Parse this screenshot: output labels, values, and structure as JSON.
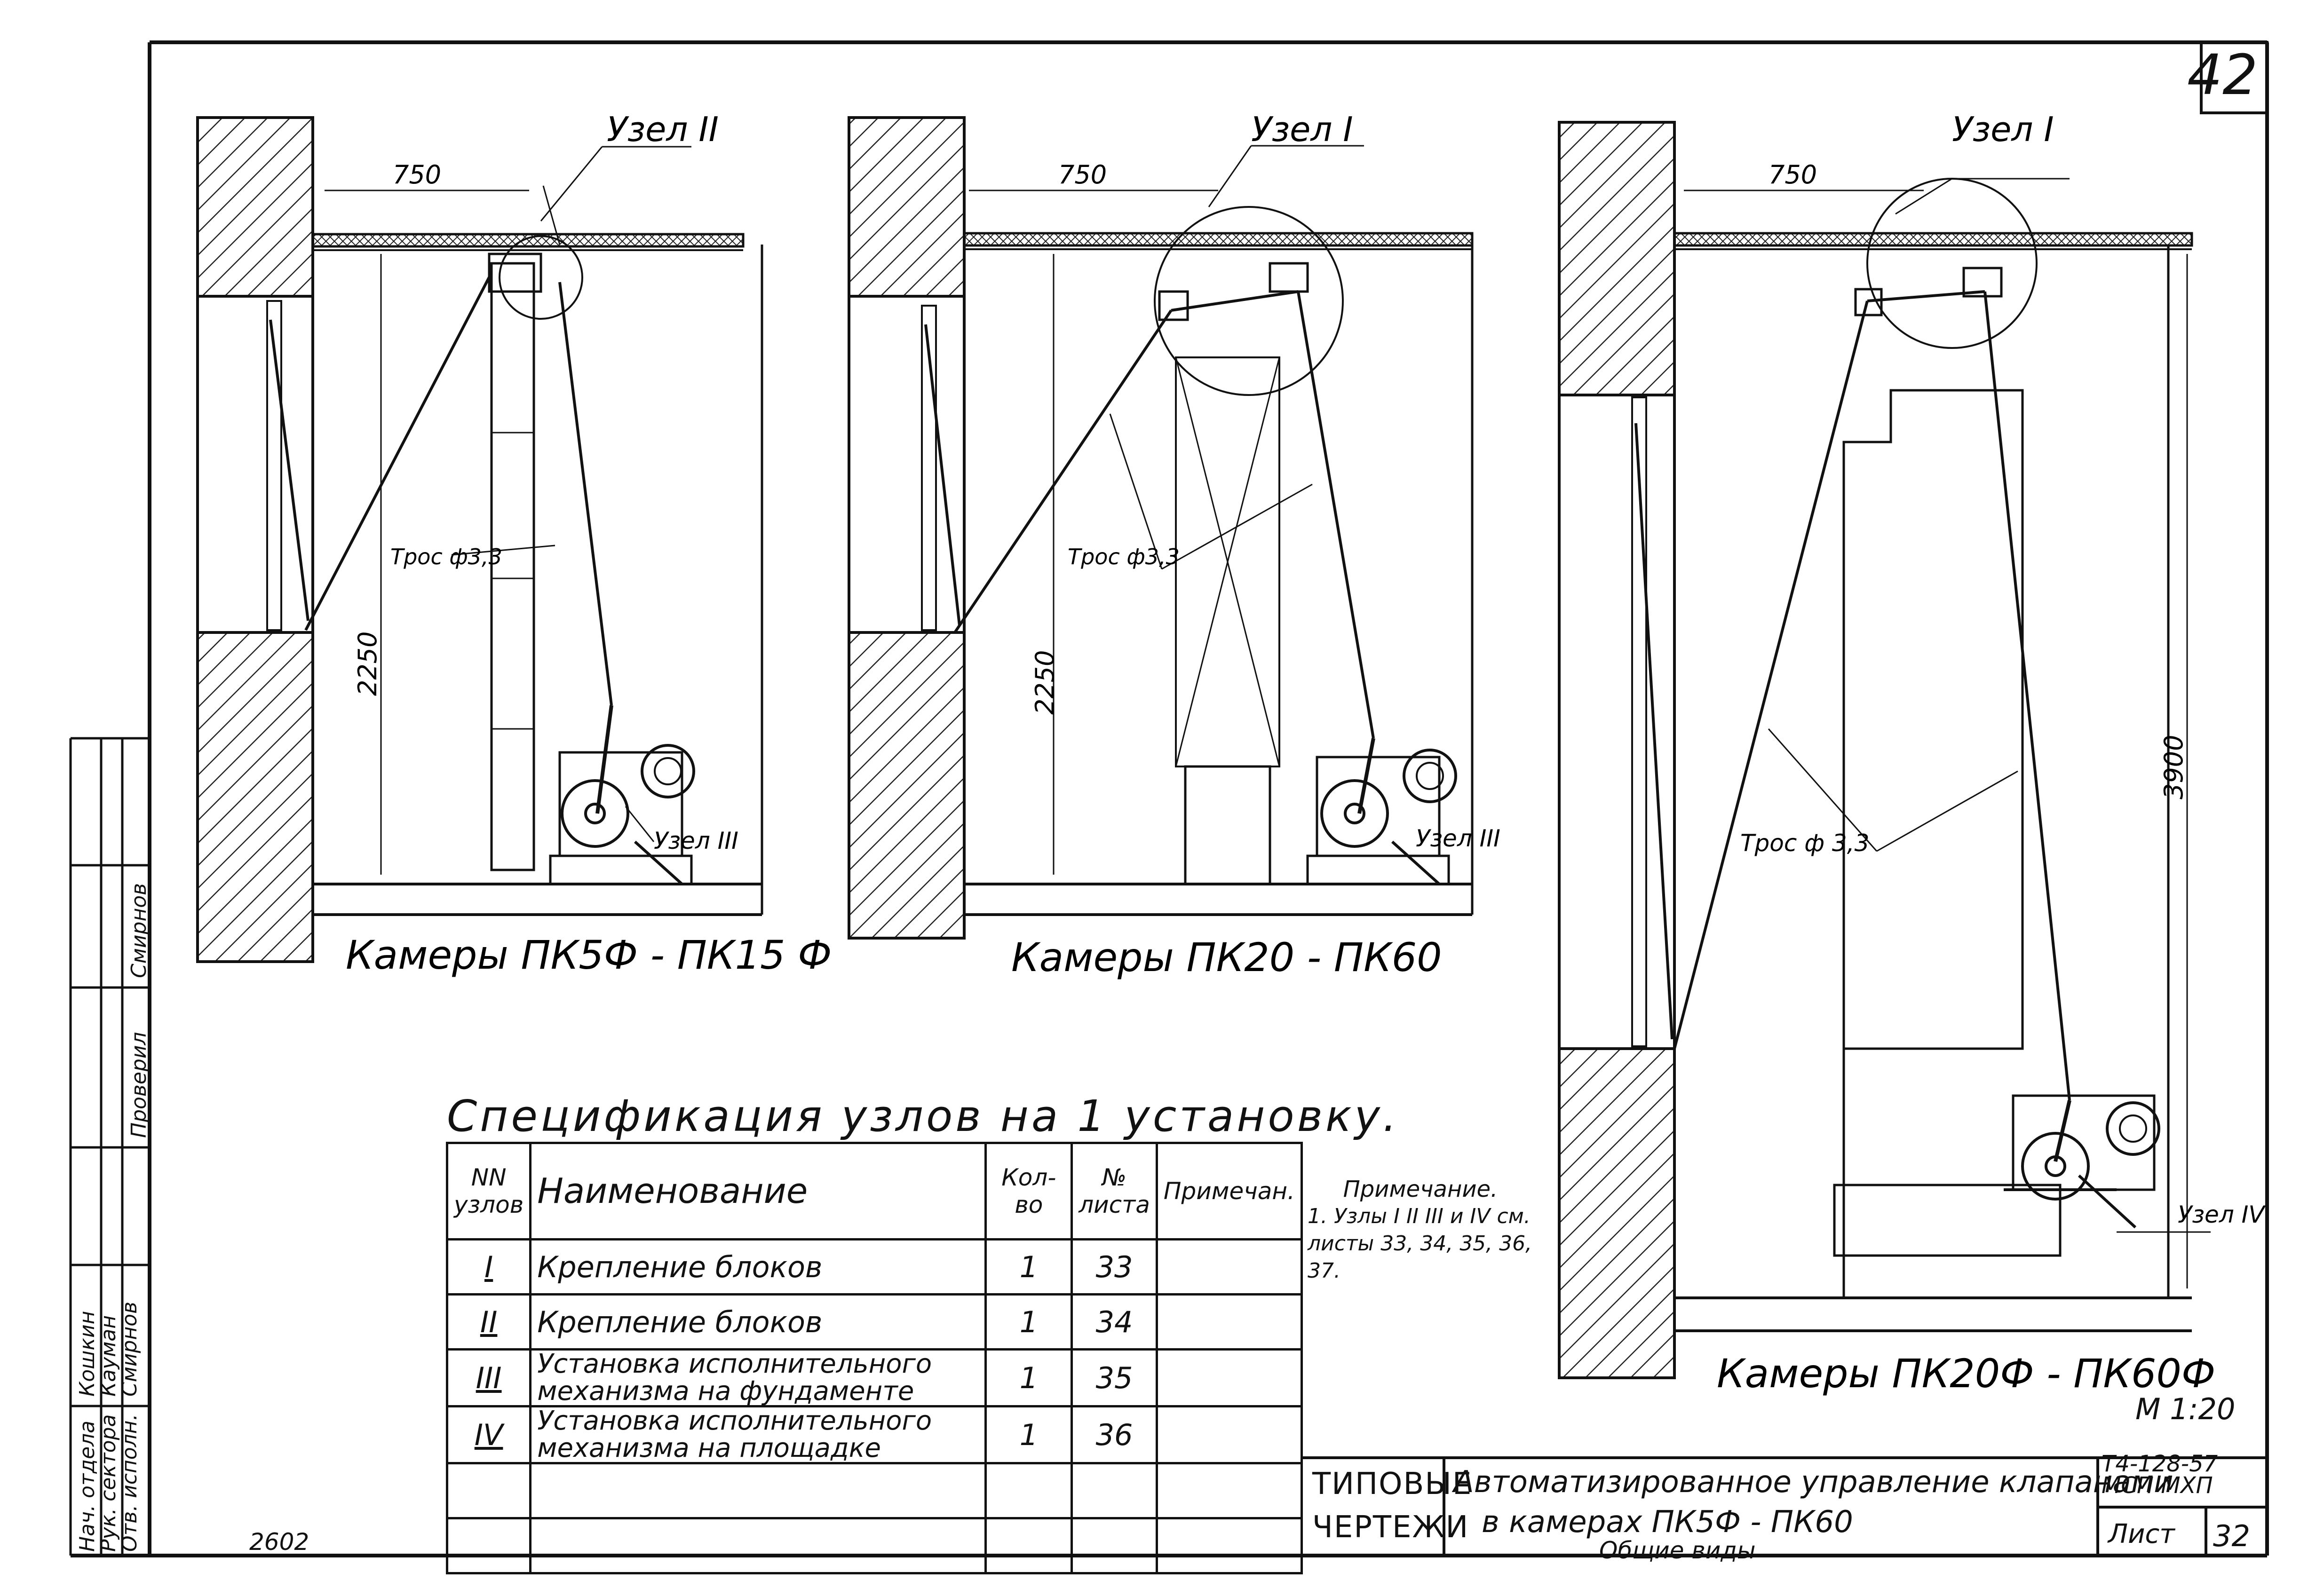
{
  "sheet_number": "42",
  "views": [
    {
      "caption": "Камеры ПК5Ф - ПК15 Ф",
      "node_top": "Узел II",
      "node_bottom": "Узел III",
      "dim_horizontal": "750",
      "dim_vertical": "2250",
      "cable": "Трос ф3,3"
    },
    {
      "caption": "Камеры ПК20 - ПК60",
      "node_top": "Узел I",
      "node_bottom": "Узел III",
      "dim_horizontal": "750",
      "dim_vertical": "2250",
      "cable": "Трос ф3,3"
    },
    {
      "caption": "Камеры ПК20Ф - ПК60Ф",
      "node_top": "Узел I",
      "node_bottom": "Узел IV",
      "dim_horizontal": "750",
      "dim_vertical": "3900",
      "cable": "Трос ф 3,3"
    }
  ],
  "spec": {
    "title": "Спецификация узлов на 1 установку.",
    "headers": [
      "NN узлов",
      "Наименование",
      "Кол-во",
      "№ листа",
      "Примечан."
    ],
    "rows": [
      {
        "num": "I",
        "name": "Крепление блоков",
        "qty": "1",
        "sheet": "33",
        "note": ""
      },
      {
        "num": "II",
        "name": "Крепление блоков",
        "qty": "1",
        "sheet": "34",
        "note": ""
      },
      {
        "num": "III",
        "name": "Установка исполнительного механизма на фундаменте",
        "qty": "1",
        "sheet": "35",
        "note": ""
      },
      {
        "num": "IV",
        "name": "Установка исполнительного механизма на площадке",
        "qty": "1",
        "sheet": "36",
        "note": ""
      }
    ]
  },
  "note": {
    "heading": "Примечание.",
    "text": "1. Узлы I II III и IV см. листы 33, 34, 35, 36, 37."
  },
  "title_block": {
    "series_line1": "ТИПОВЫЕ",
    "series_line2": "ЧЕРТЕЖИ",
    "title_line1": "Автоматизированное управление клапанами",
    "title_line2": "в камерах ПК5Ф - ПК60",
    "title_line3": "Общие виды",
    "code_line1": "Т4-128-57",
    "code_line2": "МСП МХП",
    "sheet_label": "Лист",
    "sheet_value": "32",
    "scale": "М 1:20"
  },
  "side_stamp": {
    "roles": [
      "Нач. отдела",
      "Рук. сектора",
      "Отв. исполн.",
      "Проверил"
    ],
    "names": [
      "Кошкин",
      "Кауман",
      "Смирнов",
      "Смирнов"
    ]
  },
  "stamp_number": "2602"
}
